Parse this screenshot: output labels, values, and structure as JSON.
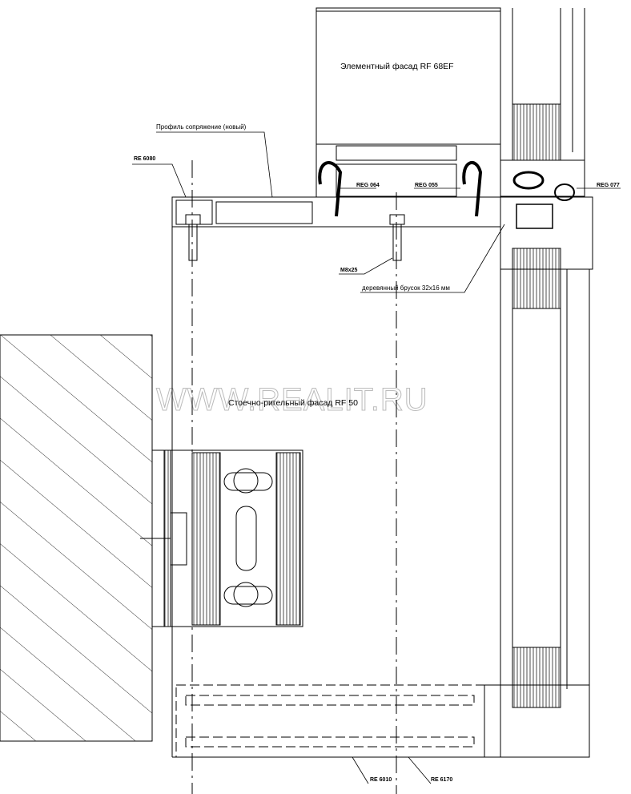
{
  "labels": {
    "element_facade": "Элементный фасад RF 68EF",
    "interface_profile": "Профиль сопряжение (новый)",
    "re6080": "RE 6080",
    "reg064": "REG 064",
    "reg055": "REG 055",
    "reg077": "REG 077",
    "bolt": "M8x25",
    "wood_bar": "деревянный брусок 32x16 мм",
    "stick_facade": "Стоечно-ригельный фасад RF 50",
    "re6010": "RE 6010",
    "re6170": "RE 6170"
  },
  "watermark": "WWW.REALIT.RU"
}
